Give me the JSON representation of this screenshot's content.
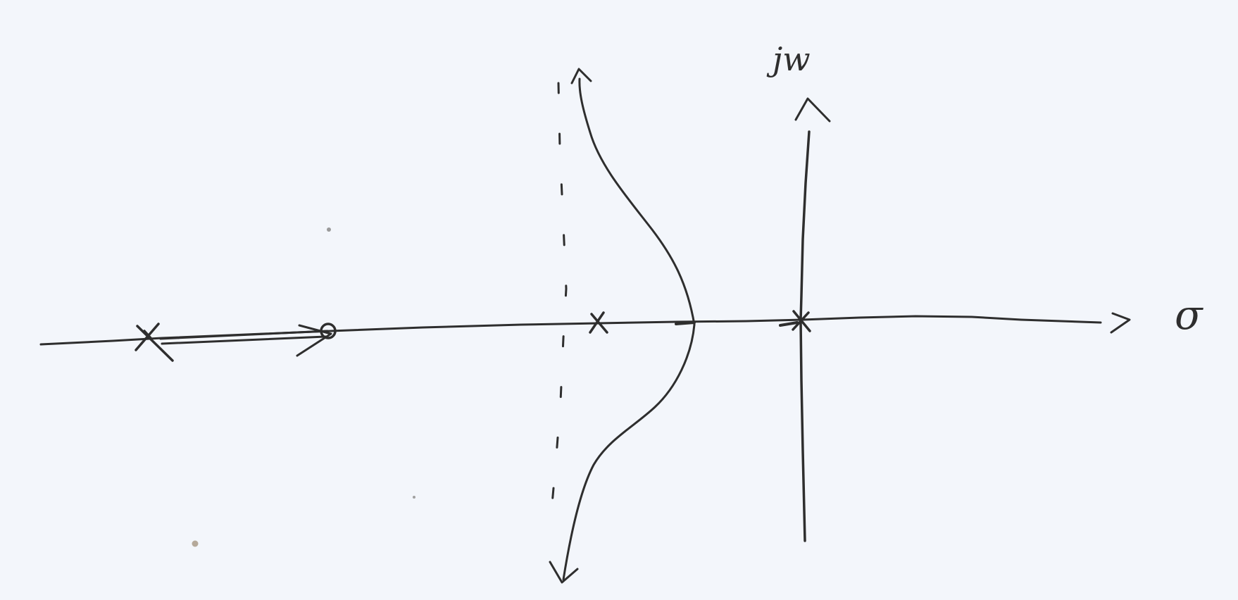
{
  "diagram": {
    "type": "root-locus-sketch",
    "axis_labels": {
      "imaginary": "jw",
      "real": "σ"
    },
    "elements": {
      "poles": [
        "pole-far-left",
        "pole-near-asymptote",
        "pole-origin"
      ],
      "zeros": [
        "zero-left"
      ],
      "asymptote": "dashed-vertical-asymptote",
      "branches": [
        "branch-upper",
        "branch-lower",
        "real-axis-segment-far-left",
        "real-axis-segment-right"
      ]
    },
    "colors": {
      "ink": "#2e2e2e",
      "paper": "#f3f6fb"
    }
  }
}
